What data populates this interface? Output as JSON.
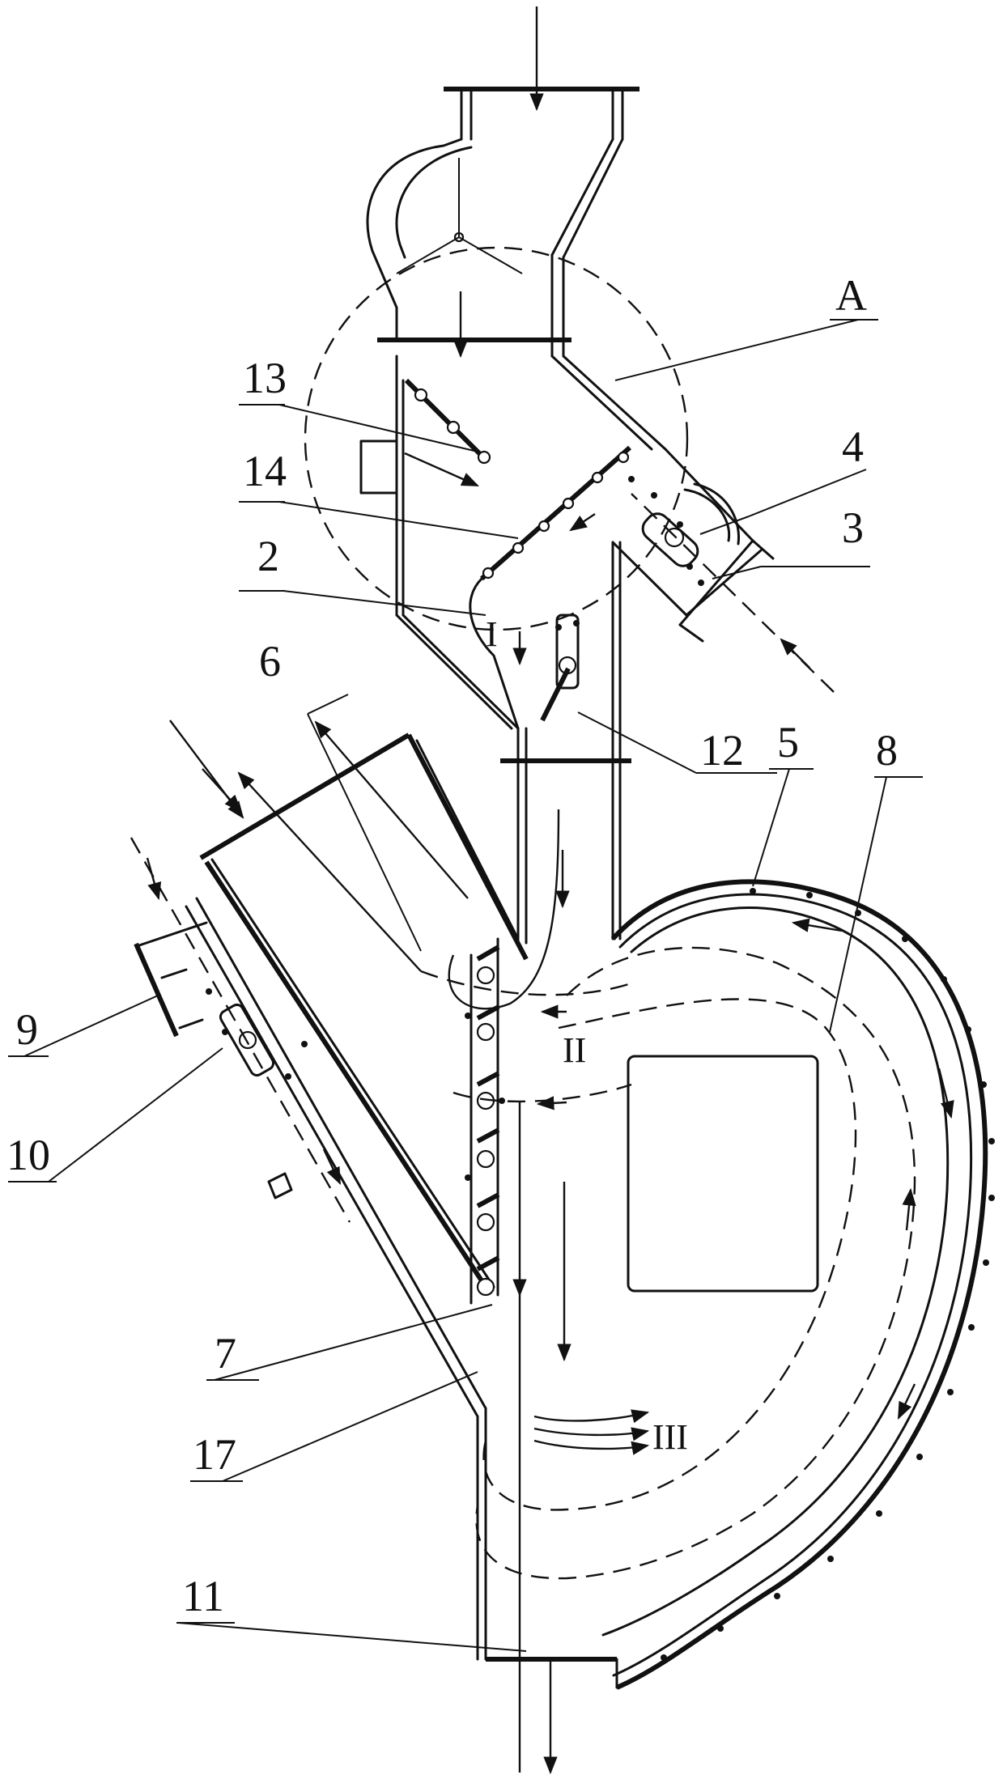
{
  "labels": {
    "A": "A",
    "n13": "13",
    "n14": "14",
    "n4": "4",
    "n3": "3",
    "n2": "2",
    "n6": "6",
    "n12": "12",
    "n5": "5",
    "n8": "8",
    "n9": "9",
    "n10": "10",
    "n7": "7",
    "n17": "17",
    "n11": "11"
  },
  "flow_marks": {
    "I": "I",
    "II": "II",
    "III": "III"
  }
}
